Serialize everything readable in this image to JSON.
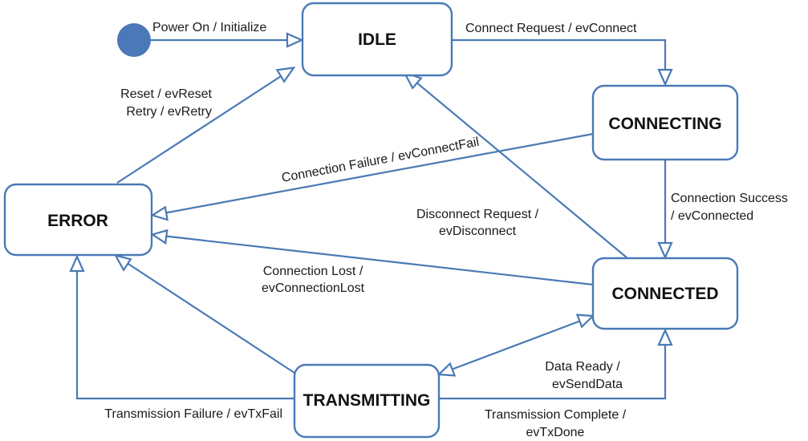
{
  "colors": {
    "stroke": "#4a7ab5",
    "initial_fill": "#4a78b8",
    "text": "#111111",
    "background": "#ffffff"
  },
  "states": {
    "idle": "IDLE",
    "connecting": "CONNECTING",
    "connected": "CONNECTED",
    "error": "ERROR",
    "transmitting": "TRANSMITTING"
  },
  "transitions": {
    "power_on": "Power On / Initialize",
    "connect_request": "Connect Request / evConnect",
    "reset": "Reset / evReset",
    "retry": "Retry / evRetry",
    "connection_failure": "Connection Failure / evConnectFail",
    "connection_success_1": "Connection Success",
    "connection_success_2": "/ evConnected",
    "disconnect_1": "Disconnect Request /",
    "disconnect_2": "evDisconnect",
    "connection_lost_1": "Connection Lost /",
    "connection_lost_2": "evConnectionLost",
    "data_ready_1": "Data Ready /",
    "data_ready_2": "evSendData",
    "tx_failure": "Transmission Failure / evTxFail",
    "tx_complete_1": "Transmission Complete /",
    "tx_complete_2": "evTxDone"
  }
}
